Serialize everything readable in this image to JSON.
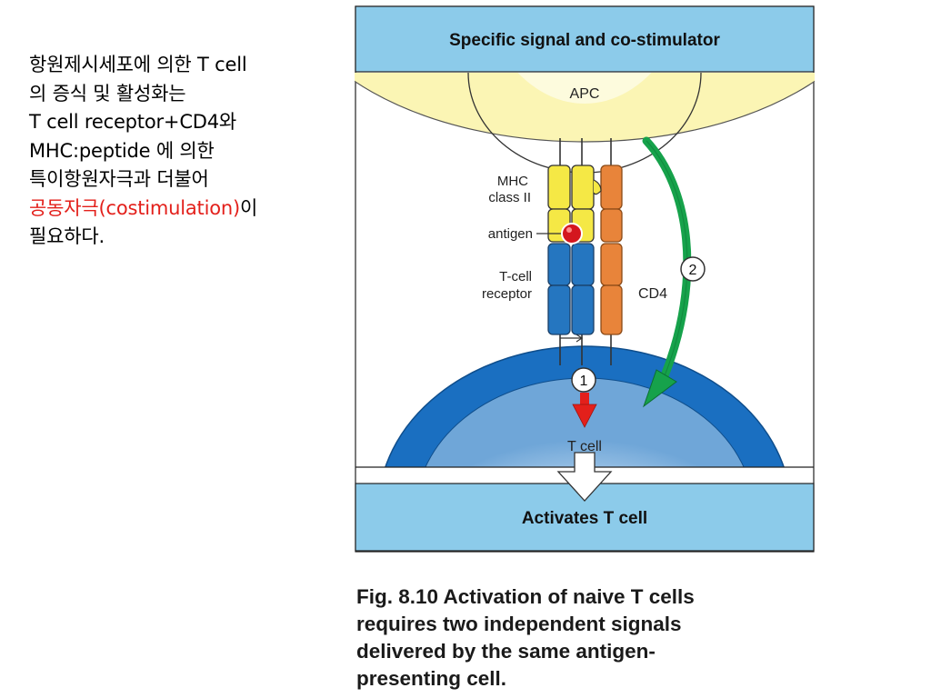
{
  "note": {
    "line1": "항원제시세포에 의한 T cell",
    "line2": "의 증식 및 활성화는",
    "line3": "T cell receptor+CD4와",
    "line4": "MHC:peptide 에 의한",
    "line5": "특이항원자극과 더불어",
    "line6_red": "공동자극(costimulation)",
    "line6_rest": "이",
    "line7": "필요하다.",
    "highlight_color": "#e3201b"
  },
  "figure": {
    "top_banner": "Specific  signal  and  co-stimulator",
    "bottom_banner": "Activates  T  cell",
    "apc_label": "APC",
    "mhc_label_1": "MHC",
    "mhc_label_2": "class  II",
    "antigen_label": "antigen",
    "tcr_label_1": "T-cell",
    "tcr_label_2": "receptor",
    "cd4_label": "CD4",
    "tcell_label": "T  cell",
    "signal_1": "1",
    "signal_2": "2",
    "colors": {
      "banner": "#8ccbea",
      "apc": "#fbf5b4",
      "mhc": "#f5e845",
      "tcr": "#2576c0",
      "cd4": "#e8843a",
      "antigen": "#d4161e",
      "green_arrow": "#16a24b",
      "red_arrow": "#e3201b",
      "tcell_ring": "#1a6fc1"
    }
  },
  "caption": {
    "line1": "Fig. 8.10 Activation of naive T cells",
    "line2": "requires two independent signals",
    "line3": "delivered by the same antigen-",
    "line4": "presenting cell."
  }
}
